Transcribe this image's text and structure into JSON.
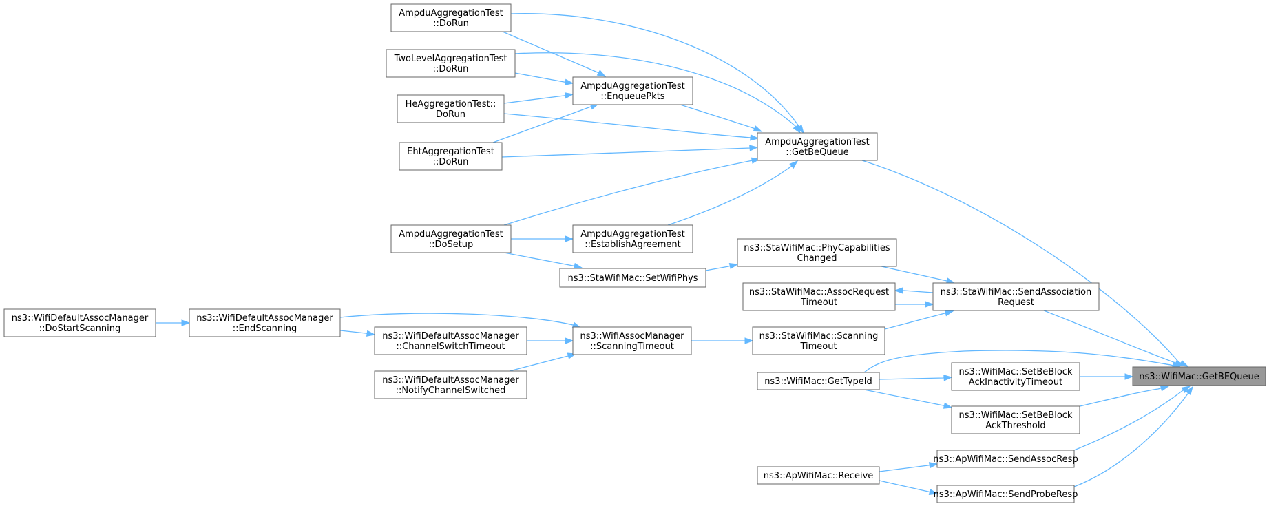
{
  "diagram": {
    "colors": {
      "edge": "#63b8ff",
      "node_border": "#666666",
      "root_fill": "#999999",
      "background": "#ffffff"
    },
    "nodes": [
      {
        "id": "root",
        "lines": [
          "ns3::WifiMac::GetBEQueue"
        ]
      },
      {
        "id": "agg_dorun",
        "lines": [
          "AmpduAggregationTest",
          "::DoRun"
        ]
      },
      {
        "id": "twolevel",
        "lines": [
          "TwoLevelAggregationTest",
          "::DoRun"
        ]
      },
      {
        "id": "heagg",
        "lines": [
          "HeAggregationTest::",
          "DoRun"
        ]
      },
      {
        "id": "ehtagg",
        "lines": [
          "EhtAggregationTest",
          "::DoRun"
        ]
      },
      {
        "id": "agg_dosetup",
        "lines": [
          "AmpduAggregationTest",
          "::DoSetup"
        ]
      },
      {
        "id": "enqueue",
        "lines": [
          "AmpduAggregationTest",
          "::EnqueuePkts"
        ]
      },
      {
        "id": "establish",
        "lines": [
          "AmpduAggregationTest",
          "::EstablishAgreement"
        ]
      },
      {
        "id": "getbequeue",
        "lines": [
          "AmpduAggregationTest",
          "::GetBeQueue"
        ]
      },
      {
        "id": "phycap",
        "lines": [
          "ns3::StaWifiMac::PhyCapabilities",
          "Changed"
        ]
      },
      {
        "id": "setwifiphys",
        "lines": [
          "ns3::StaWifiMac::SetWifiPhys"
        ]
      },
      {
        "id": "assocreqto",
        "lines": [
          "ns3::StaWifiMac::AssocRequest",
          "Timeout"
        ]
      },
      {
        "id": "sendassocreq",
        "lines": [
          "ns3::StaWifiMac::SendAssociation",
          "Request"
        ]
      },
      {
        "id": "scanto",
        "lines": [
          "ns3::StaWifiMac::Scanning",
          "Timeout"
        ]
      },
      {
        "id": "mgr_scanto",
        "lines": [
          "ns3::WifiAssocManager",
          "::ScanningTimeout"
        ]
      },
      {
        "id": "def_start",
        "lines": [
          "ns3::WifiDefaultAssocManager",
          "::DoStartScanning"
        ]
      },
      {
        "id": "def_end",
        "lines": [
          "ns3::WifiDefaultAssocManager",
          "::EndScanning"
        ]
      },
      {
        "id": "def_chsw",
        "lines": [
          "ns3::WifiDefaultAssocManager",
          "::ChannelSwitchTimeout"
        ]
      },
      {
        "id": "def_notify",
        "lines": [
          "ns3::WifiDefaultAssocManager",
          "::NotifyChannelSwitched"
        ]
      },
      {
        "id": "gettypeid",
        "lines": [
          "ns3::WifiMac::GetTypeId"
        ]
      },
      {
        "id": "setbeinact",
        "lines": [
          "ns3::WifiMac::SetBeBlock",
          "AckInactivityTimeout"
        ]
      },
      {
        "id": "setbethresh",
        "lines": [
          "ns3::WifiMac::SetBeBlock",
          "AckThreshold"
        ]
      },
      {
        "id": "sendassocresp",
        "lines": [
          "ns3::ApWifiMac::SendAssocResp"
        ]
      },
      {
        "id": "receive",
        "lines": [
          "ns3::ApWifiMac::Receive"
        ]
      },
      {
        "id": "sendprobe",
        "lines": [
          "ns3::ApWifiMac::SendProbeResp"
        ]
      }
    ]
  }
}
